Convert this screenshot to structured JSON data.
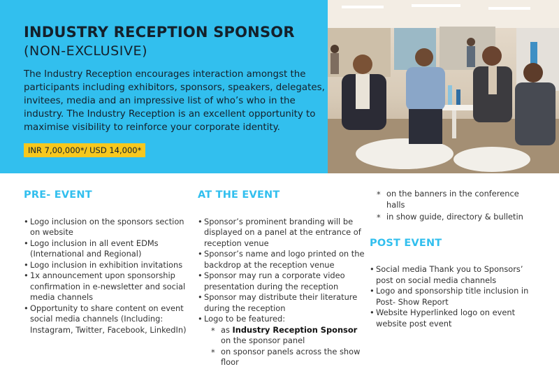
{
  "header": {
    "title": "INDUSTRY RECEPTION SPONSOR",
    "subtitle": "(NON-EXCLUSIVE)",
    "intro": "The Industry Reception encourages interaction amongst the participants including exhibitors, sponsors, speakers, delegates, invitees, media and an impressive list of who’s who in the industry. The Industry Reception is an excellent opportunity to maximise visibility to reinforce your corporate identity.",
    "price": "INR 7,00,000*/ USD 14,000*"
  },
  "colors": {
    "accent": "#32bfee",
    "price_badge": "#f7c81e",
    "title": "#14202b"
  },
  "pre_event": {
    "heading": "PRE- EVENT",
    "items": [
      "Logo inclusion on the sponsors section on website",
      "Logo inclusion in all event EDMs (International and Regional)",
      "Logo inclusion in exhibition invitations",
      "1x announcement upon sponsorship confirmation in e-newsletter and social media channels",
      "Opportunity to share content on event social media channels (Including: Instagram, Twitter, Facebook, LinkedIn)"
    ]
  },
  "at_event": {
    "heading": "AT THE EVENT",
    "items": [
      "Sponsor’s prominent branding will be displayed on a panel at the entrance of reception venue",
      "Sponsor’s name and logo printed on the backdrop at the reception venue",
      "Sponsor may run a corporate video presentation during the reception",
      "Sponsor may distribute their literature during the reception",
      "Logo to be featured:"
    ],
    "logo_sub": {
      "first_pre": "as ",
      "first_bold": "Industry Reception Sponsor",
      "first_post": " on the sponsor panel",
      "second": "on sponsor panels across the show floor"
    }
  },
  "continued": {
    "items": [
      "on the banners in the conference halls",
      "in show guide, directory & bulletin"
    ]
  },
  "post_event": {
    "heading": "POST EVENT",
    "items": [
      "Social media Thank you to Sponsors’ post on social media channels",
      "Logo and sponsorship title inclusion in Post- Show Report",
      "Website Hyperlinked logo on event website post event"
    ]
  }
}
